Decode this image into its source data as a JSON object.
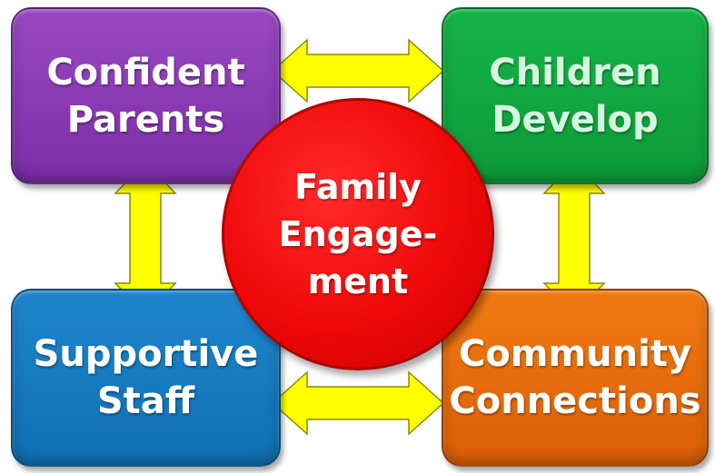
{
  "diagram": {
    "center": {
      "label": "Family\nEngage-\nment",
      "color": "#f00808"
    },
    "boxes": {
      "top_left": {
        "label": "Confident\nParents",
        "color": "#8a36b4"
      },
      "top_right": {
        "label": "Children\nDevelop",
        "color": "#12a940"
      },
      "bottom_left": {
        "label": "Supportive\nStaff",
        "color": "#167ac0"
      },
      "bottom_right": {
        "label": "Community\nConnections",
        "color": "#e86a0a"
      }
    },
    "arrow_color": "#ffff00",
    "connections": [
      {
        "from": "Confident Parents",
        "to": "Children Develop",
        "direction": "bidirectional"
      },
      {
        "from": "Children Develop",
        "to": "Community Connections",
        "direction": "bidirectional"
      },
      {
        "from": "Community Connections",
        "to": "Supportive Staff",
        "direction": "bidirectional"
      },
      {
        "from": "Supportive Staff",
        "to": "Confident Parents",
        "direction": "bidirectional"
      }
    ]
  }
}
